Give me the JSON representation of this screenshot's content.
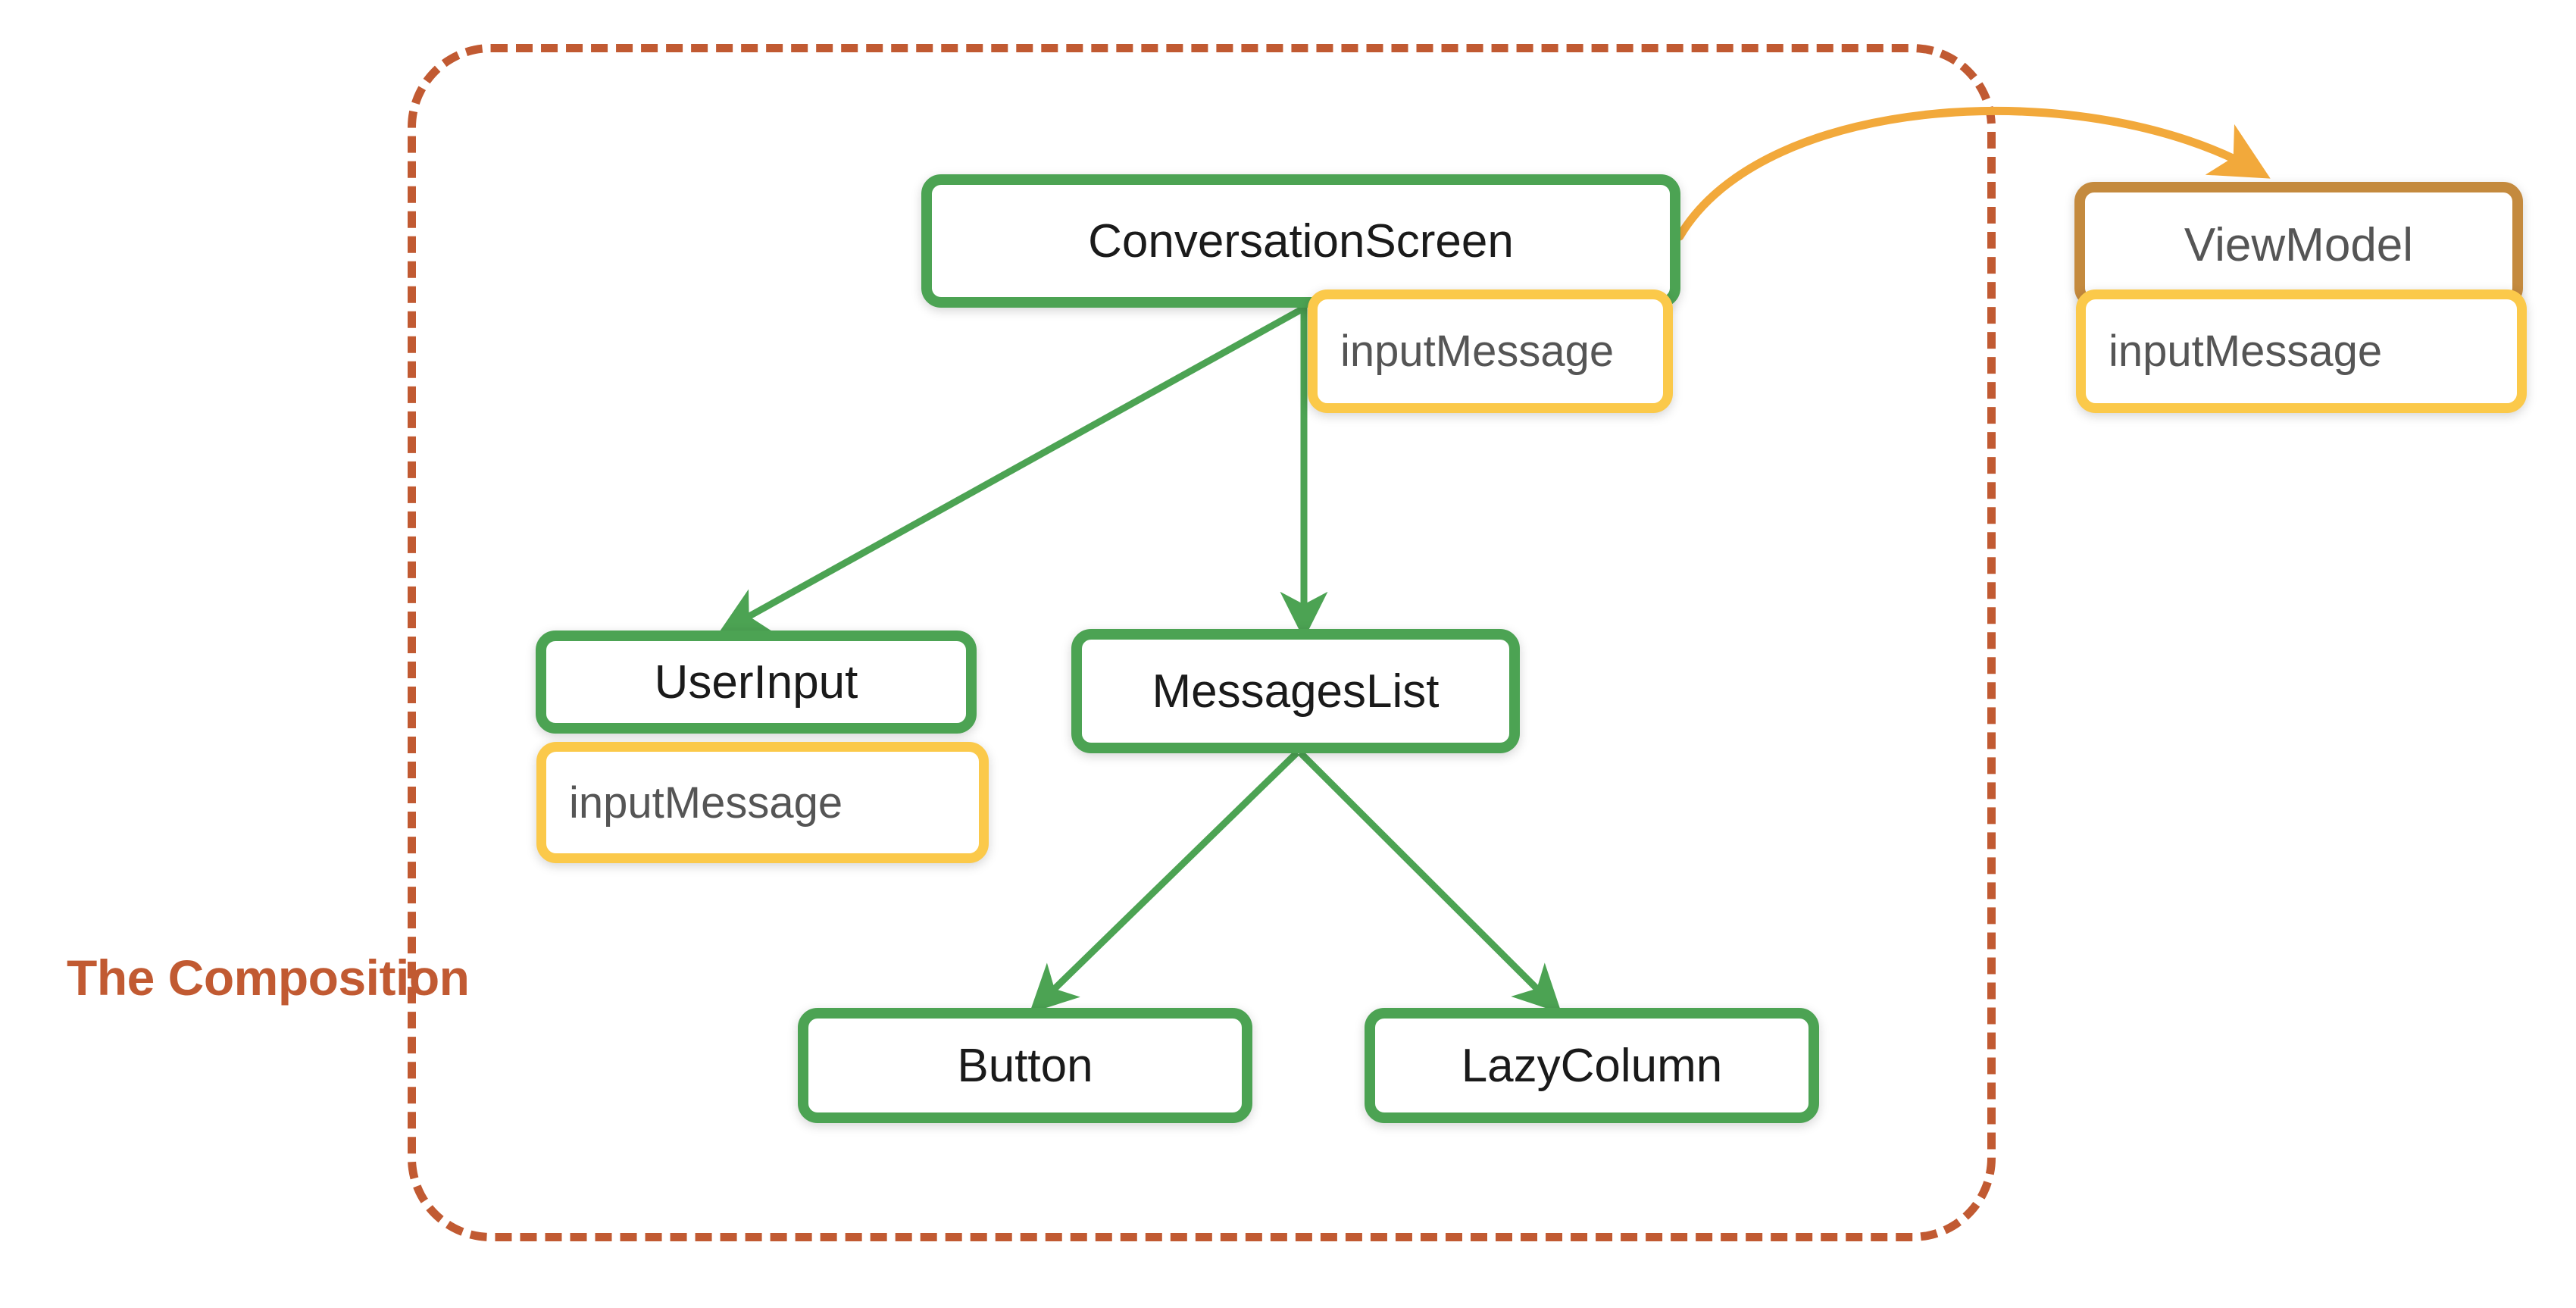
{
  "diagram": {
    "title_label": "The Composition",
    "accent_colors": {
      "composition_boundary": "#C15A32",
      "composable_border": "#4CA353",
      "state_border": "#FBC94A",
      "viewmodel_border": "#C48A3E",
      "arrow_composable": "#4CA353",
      "arrow_state_hoist": "#F2A93B",
      "background": "#FFFFFF"
    },
    "nodes": [
      {
        "id": "conversation-screen",
        "label": "ConversationScreen",
        "kind": "composable"
      },
      {
        "id": "conversation-screen-state",
        "label": "inputMessage",
        "kind": "state"
      },
      {
        "id": "user-input",
        "label": "UserInput",
        "kind": "composable"
      },
      {
        "id": "user-input-state",
        "label": "inputMessage",
        "kind": "state"
      },
      {
        "id": "messages-list",
        "label": "MessagesList",
        "kind": "composable"
      },
      {
        "id": "button",
        "label": "Button",
        "kind": "composable"
      },
      {
        "id": "lazy-column",
        "label": "LazyColumn",
        "kind": "composable"
      },
      {
        "id": "view-model",
        "label": "ViewModel",
        "kind": "viewmodel"
      },
      {
        "id": "view-model-state",
        "label": "inputMessage",
        "kind": "state"
      }
    ],
    "edges": [
      {
        "from": "conversation-screen",
        "to": "user-input",
        "style": "solid",
        "color": "#4CA353"
      },
      {
        "from": "conversation-screen",
        "to": "messages-list",
        "style": "solid",
        "color": "#4CA353"
      },
      {
        "from": "messages-list",
        "to": "button",
        "style": "solid",
        "color": "#4CA353"
      },
      {
        "from": "messages-list",
        "to": "lazy-column",
        "style": "solid",
        "color": "#4CA353"
      },
      {
        "from": "conversation-screen",
        "to": "view-model",
        "style": "curved",
        "color": "#F2A93B"
      }
    ]
  }
}
